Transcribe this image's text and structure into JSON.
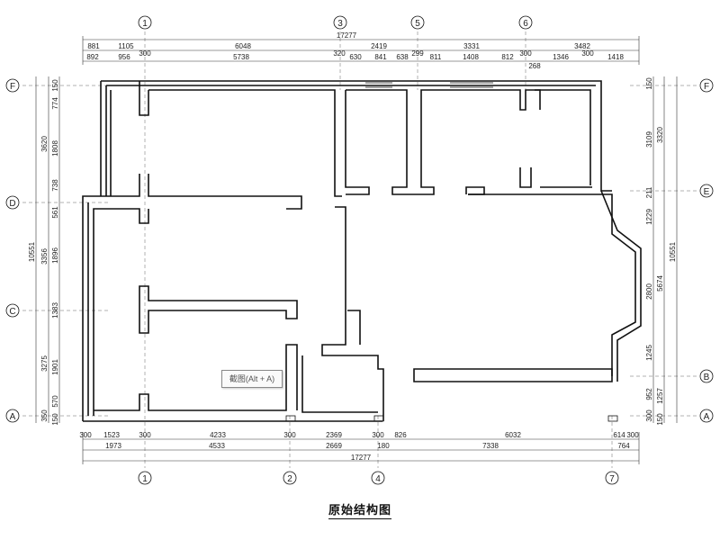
{
  "caption": "原始结构图",
  "screenshot_hint": "截图(Alt + A)",
  "axes_top": [
    "1",
    "3",
    "5",
    "6"
  ],
  "axes_bottom": [
    "1",
    "2",
    "4",
    "7"
  ],
  "axes_left": [
    "F",
    "D",
    "C",
    "A"
  ],
  "axes_right": [
    "F",
    "E",
    "B",
    "A"
  ],
  "top_total": "17277",
  "top_row1": [
    "881",
    "1105",
    "6048",
    "2419",
    "3331",
    "3482"
  ],
  "top_row2": [
    "892",
    "956",
    "300",
    "5738",
    "320",
    "630",
    "841",
    "638",
    "299",
    "811",
    "1408",
    "812",
    "300",
    "1346",
    "300",
    "1418"
  ],
  "top_small": [
    "300",
    "268"
  ],
  "bottom_row1": [
    "300",
    "1523",
    "300",
    "4233",
    "300",
    "2369",
    "300",
    "826",
    "6032",
    "614",
    "300"
  ],
  "bottom_row2": [
    "1973",
    "4533",
    "2669",
    "180",
    "7338",
    "764"
  ],
  "bottom_total": "17277",
  "left_total": "10551",
  "left_row1": [
    "3620",
    "3356",
    "3275"
  ],
  "left_row2": [
    "150",
    "774",
    "1808",
    "738",
    "561",
    "1896",
    "1383",
    "1901",
    "570",
    "350",
    "150"
  ],
  "right_total": "10551",
  "right_row1": [
    "3320",
    "5674",
    "1257"
  ],
  "right_row2": [
    "150",
    "3109",
    "211",
    "1229",
    "2800",
    "1245",
    "952",
    "300",
    "150"
  ]
}
